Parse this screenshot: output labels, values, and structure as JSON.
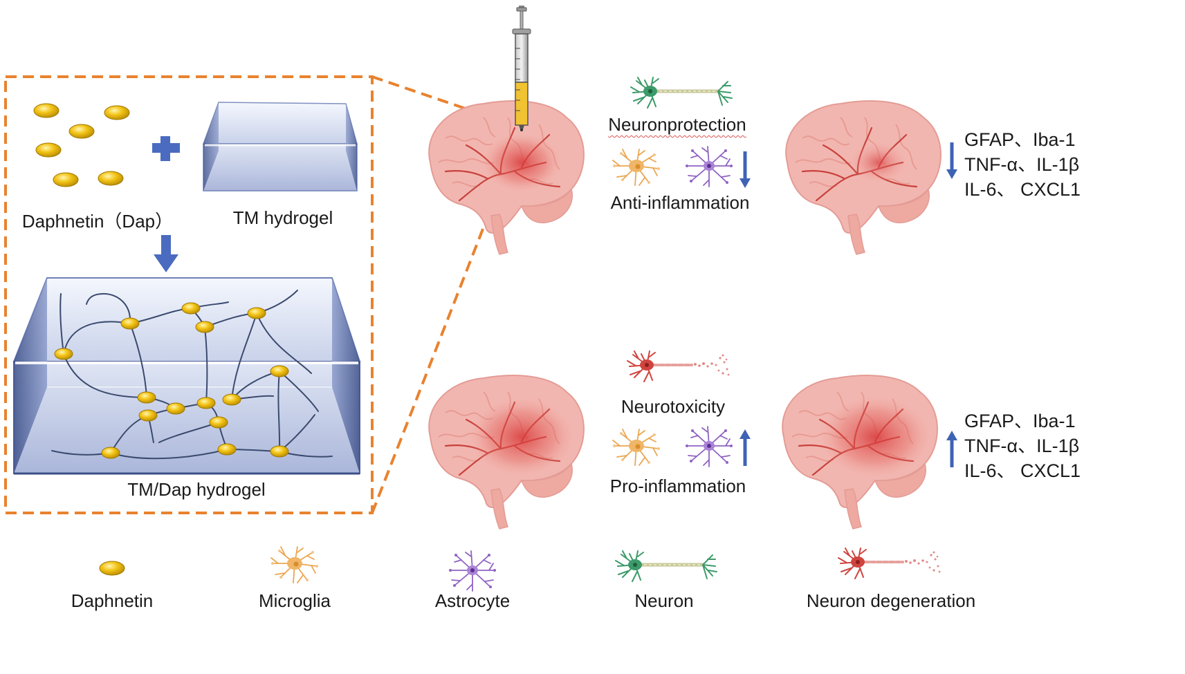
{
  "panel": {
    "daphnetin_label": "Daphnetin（Dap）",
    "tm_label": "TM hydrogel",
    "tm_dap_label": "TM/Dap hydrogel"
  },
  "upper_row": {
    "neuron_effect": "Neuronprotection",
    "glia_effect": "Anti-inflammation",
    "markers": [
      "GFAP、Iba-1",
      "TNF-α、IL-1β",
      "IL-6、 CXCL1"
    ]
  },
  "lower_row": {
    "neuron_effect": "Neurotoxicity",
    "glia_effect": "Pro-inflammation",
    "markers": [
      "GFAP、Iba-1",
      "TNF-α、IL-1β",
      "IL-6、 CXCL1"
    ]
  },
  "legend": {
    "daphnetin": "Daphnetin",
    "microglia": "Microglia",
    "astrocyte": "Astrocyte",
    "neuron": "Neuron",
    "neuron_degeneration": "Neuron degeneration"
  },
  "colors": {
    "dashed_border": "#e9822e",
    "arrow_blue": "#3f63b4",
    "daphnetin_yellow": "#f3c316",
    "brain_pink": "#f2b6b0",
    "vessel_red": "#c8413c",
    "neuron_green": "#3d9a6a",
    "microglia_orange": "#eba64d",
    "astrocyte_purple": "#8f63c2",
    "degeneration_red": "#d0443f"
  }
}
